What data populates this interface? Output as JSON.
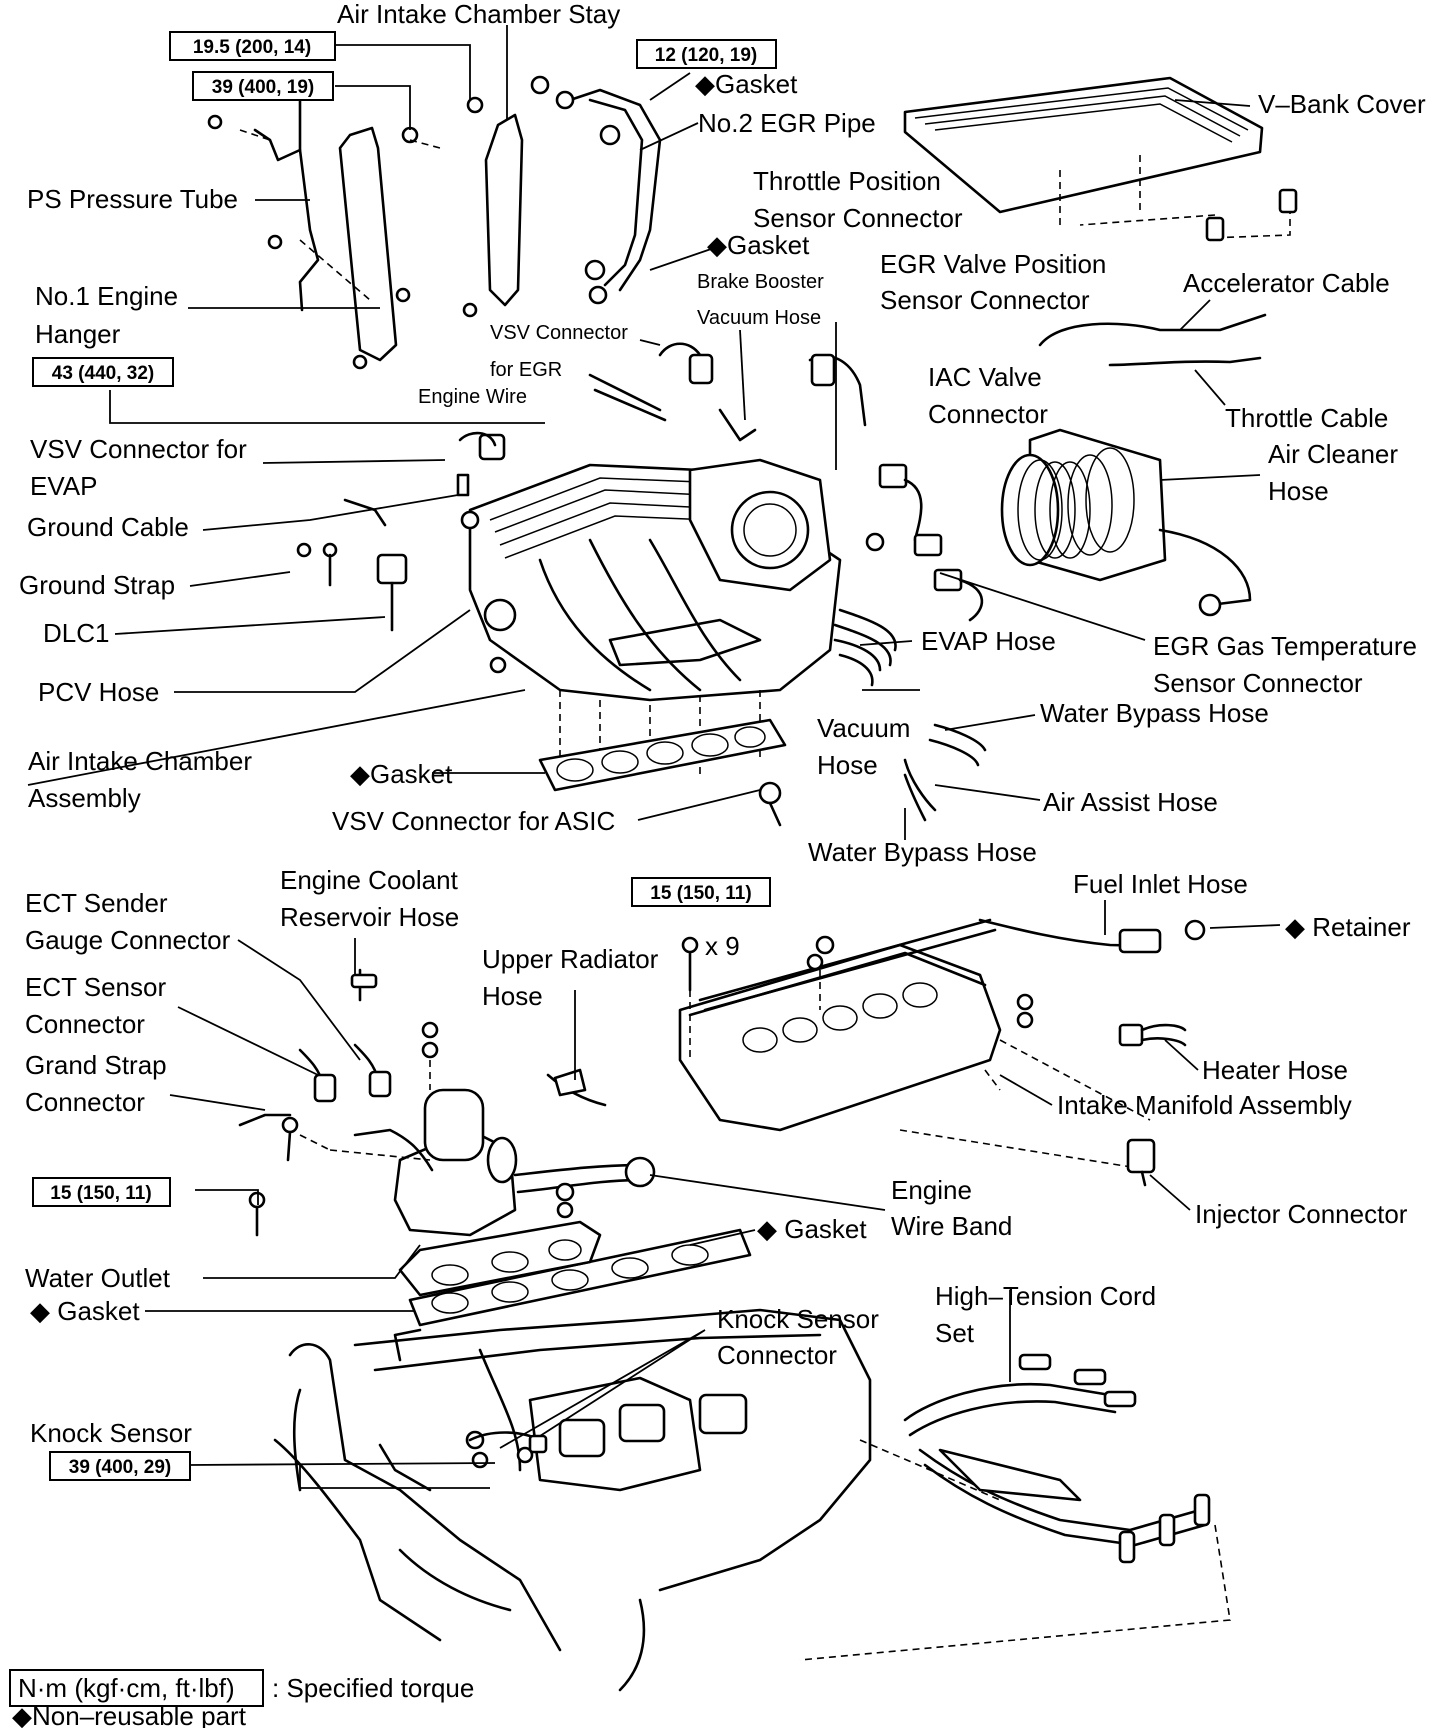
{
  "labels": {
    "air_intake_chamber_stay": "Air Intake Chamber Stay",
    "gasket_top": "◆Gasket",
    "no2_egr_pipe": "No.2 EGR Pipe",
    "v_bank_cover": "V–Bank Cover",
    "ps_pressure_tube": "PS Pressure Tube",
    "throttle_position": "Throttle Position",
    "sensor_connector": "Sensor Connector",
    "gasket_mid": "◆Gasket",
    "brake_booster": "Brake Booster",
    "vacuum_hose_top": "Vacuum Hose",
    "egr_valve_position": "EGR Valve Position",
    "egr_valve_sensor_connector": "Sensor Connector",
    "accelerator_cable": "Accelerator Cable",
    "no1_engine": "No.1 Engine",
    "hanger": "Hanger",
    "vsv_connector": "VSV Connector",
    "for_egr": "for EGR",
    "engine_wire": "Engine Wire",
    "iac_valve": "IAC Valve",
    "connector_iac": "Connector",
    "throttle_cable": "Throttle Cable",
    "air_cleaner": "Air Cleaner",
    "hose_air_cleaner": "Hose",
    "vsv_connector_for": "VSV Connector for",
    "evap": "EVAP",
    "ground_cable": "Ground Cable",
    "ground_strap": "Ground Strap",
    "dlc1": "DLC1",
    "evap_hose": "EVAP Hose",
    "egr_gas_temperature": "EGR Gas Temperature",
    "egr_gas_sensor_connector": "Sensor Connector",
    "pcv_hose": "PCV Hose",
    "water_bypass_hose_upper": "Water Bypass Hose",
    "vacuum": "Vacuum",
    "hose_vacuum": "Hose",
    "air_intake_chamber": "Air Intake Chamber",
    "assembly": "Assembly",
    "gasket_intake": "◆Gasket",
    "air_assist_hose": "Air Assist Hose",
    "vsv_connector_asic": "VSV Connector for ASIC",
    "water_bypass_hose_lower": "Water Bypass Hose",
    "engine_coolant": "Engine Coolant",
    "reservoir_hose": "Reservoir Hose",
    "ect_sender": "ECT Sender",
    "gauge_connector": "Gauge Connector",
    "fuel_inlet_hose": "Fuel Inlet Hose",
    "retainer": "◆ Retainer",
    "x9": "x 9",
    "upper_radiator": "Upper Radiator",
    "hose_radiator": "Hose",
    "ect_sensor": "ECT Sensor",
    "connector_ect": "Connector",
    "grand_strap": "Grand Strap",
    "connector_grand": "Connector",
    "heater_hose": "Heater Hose",
    "intake_manifold_assembly": "Intake Manifold Assembly",
    "engine": "Engine",
    "wire_band": "Wire Band",
    "injector_connector": "Injector Connector",
    "gasket_manifold": "◆ Gasket",
    "water_outlet": "Water Outlet",
    "gasket_water": "◆ Gasket",
    "high_tension_cord": "High–Tension Cord",
    "set": "Set",
    "knock_sensor_connector": "Knock Sensor",
    "connector_knock": "Connector",
    "knock_sensor": "Knock Sensor"
  },
  "torques": {
    "t1": "19.5 (200, 14)",
    "t2": "39 (400, 19)",
    "t3": "12 (120, 19)",
    "t4": "43 (440, 32)",
    "t5": "15 (150, 11)",
    "t6": "15 (150, 11)",
    "t7": "39 (400, 29)"
  },
  "legend": {
    "unit_box": "N·m (kgf·cm, ft·lbf)",
    "unit_desc": ": Specified torque",
    "non_reusable": "◆Non–reusable part"
  }
}
